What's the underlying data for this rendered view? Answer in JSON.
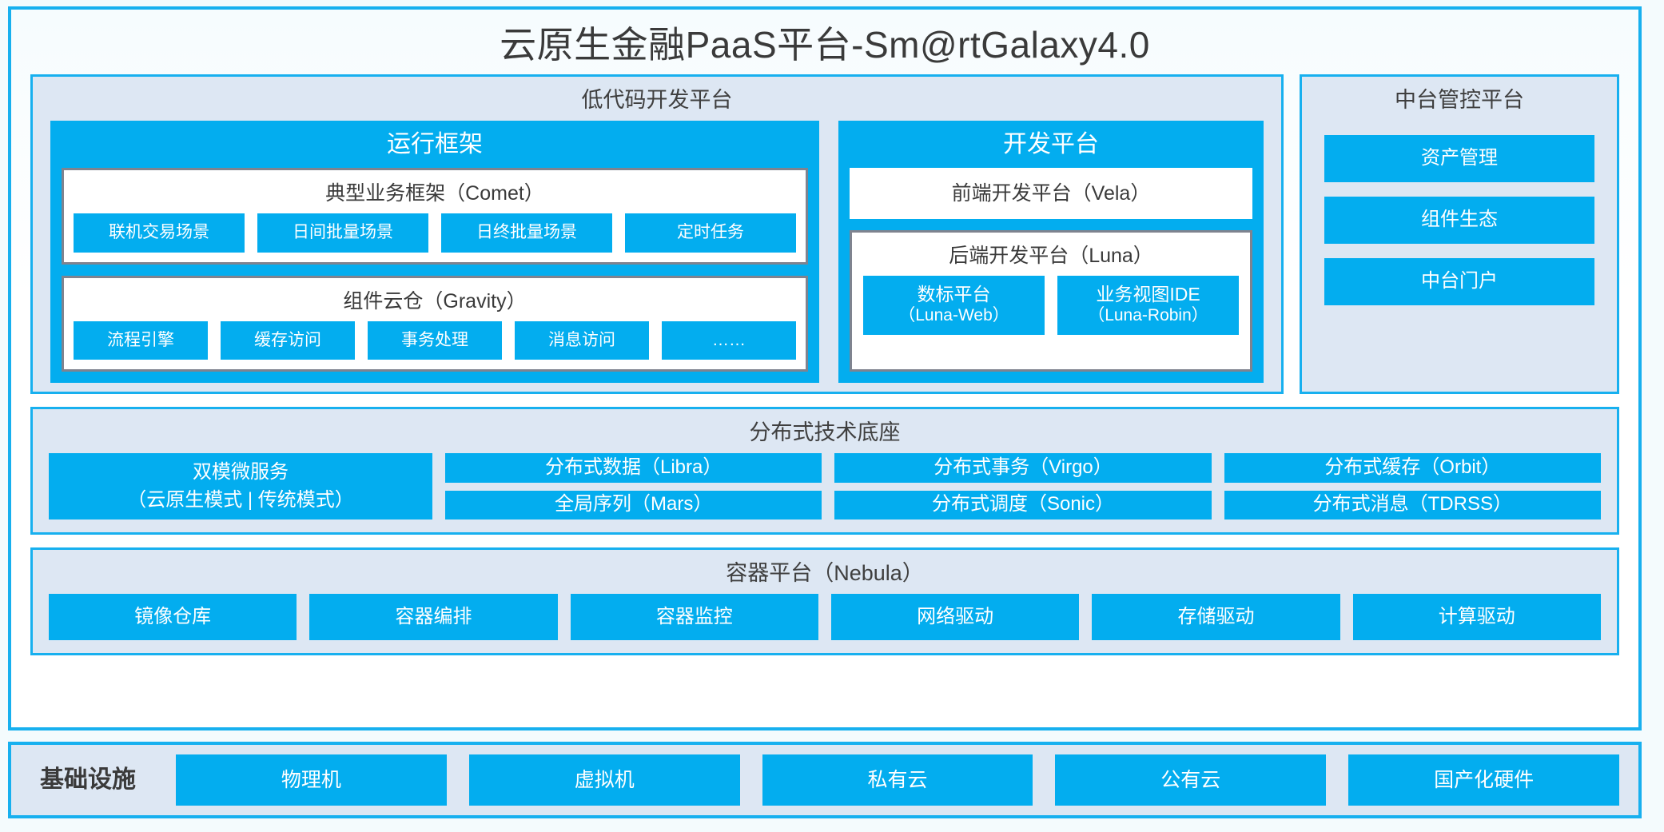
{
  "page": {
    "title": "云原生金融PaaS平台-Sm@rtGalaxy4.0"
  },
  "colors": {
    "accent_blue": "#03ADEF",
    "panel_bg": "#DDE7F3",
    "border_cyan": "#17B0EF",
    "inner_border_gray": "#7F838F",
    "text_dark": "#3A3A3A"
  },
  "lowcode": {
    "title": "低代码开发平台",
    "runtime": {
      "title": "运行框架",
      "comet": {
        "title": "典型业务框架（Comet）",
        "items": [
          "联机交易场景",
          "日间批量场景",
          "日终批量场景",
          "定时任务"
        ]
      },
      "gravity": {
        "title": "组件云仓（Gravity）",
        "items": [
          "流程引擎",
          "缓存访问",
          "事务处理",
          "消息访问",
          "……"
        ]
      }
    },
    "devplatform": {
      "title": "开发平台",
      "vela": "前端开发平台（Vela）",
      "luna": {
        "title": "后端开发平台（Luna）",
        "items": [
          {
            "line1": "数标平台",
            "line2": "（Luna-Web）"
          },
          {
            "line1": "业务视图IDE",
            "line2": "（Luna-Robin）"
          }
        ]
      }
    }
  },
  "control_platform": {
    "title": "中台管控平台",
    "items": [
      "资产管理",
      "组件生态",
      "中台门户"
    ]
  },
  "distributed": {
    "title": "分布式技术底座",
    "microservice": {
      "line1": "双模微服务",
      "line2": "（云原生模式 | 传统模式）"
    },
    "columns": [
      [
        "分布式数据（Libra）",
        "全局序列（Mars）"
      ],
      [
        "分布式事务（Virgo）",
        "分布式调度（Sonic）"
      ],
      [
        "分布式缓存（Orbit）",
        "分布式消息（TDRSS）"
      ]
    ]
  },
  "container_platform": {
    "title": "容器平台（Nebula）",
    "items": [
      "镜像仓库",
      "容器编排",
      "容器监控",
      "网络驱动",
      "存储驱动",
      "计算驱动"
    ]
  },
  "infrastructure": {
    "label": "基础设施",
    "items": [
      "物理机",
      "虚拟机",
      "私有云",
      "公有云",
      "国产化硬件"
    ]
  }
}
